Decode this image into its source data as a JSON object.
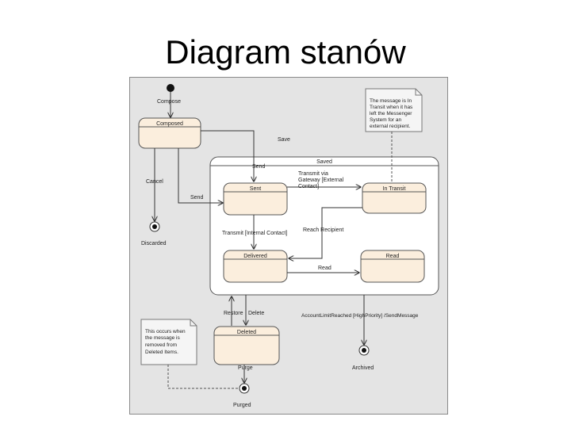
{
  "slide": {
    "title": "Diagram stanów"
  },
  "diagram": {
    "states": {
      "composed": "Composed",
      "saved": "Saved",
      "sent": "Sent",
      "in_transit": "In Transit",
      "delivered": "Delivered",
      "read": "Read",
      "deleted": "Deleted"
    },
    "finals": {
      "discarded": "Discarded",
      "archived": "Archived",
      "purged": "Purged"
    },
    "transitions": {
      "compose": "Compose",
      "save": "Save",
      "send_top": "Send",
      "cancel": "Cancel",
      "send_left": "Send",
      "transmit_gateway": [
        "Transmit via",
        "Gateway [External",
        "Contact]"
      ],
      "transmit_internal": "Transmit [Internal Contact]",
      "reach_recipient": "Reach Recipient",
      "read": "Read",
      "restore": "Restore",
      "delete": "Delete",
      "account_limit": "AccountLimitReached [HighPriority] /SendMessage",
      "purge": "Purge"
    },
    "notes": {
      "transit_note": [
        "The message is In",
        "Transit when it has",
        "left the Messenger",
        "System for an",
        "external recipient."
      ],
      "deleted_note": [
        "This occurs when",
        "the message is",
        "removed from",
        "Deleted Items."
      ]
    },
    "colors": {
      "state_fill": "#fbeedd",
      "note_fill": "#f5f5f5",
      "frame_bg": "#e4e4e4"
    }
  }
}
